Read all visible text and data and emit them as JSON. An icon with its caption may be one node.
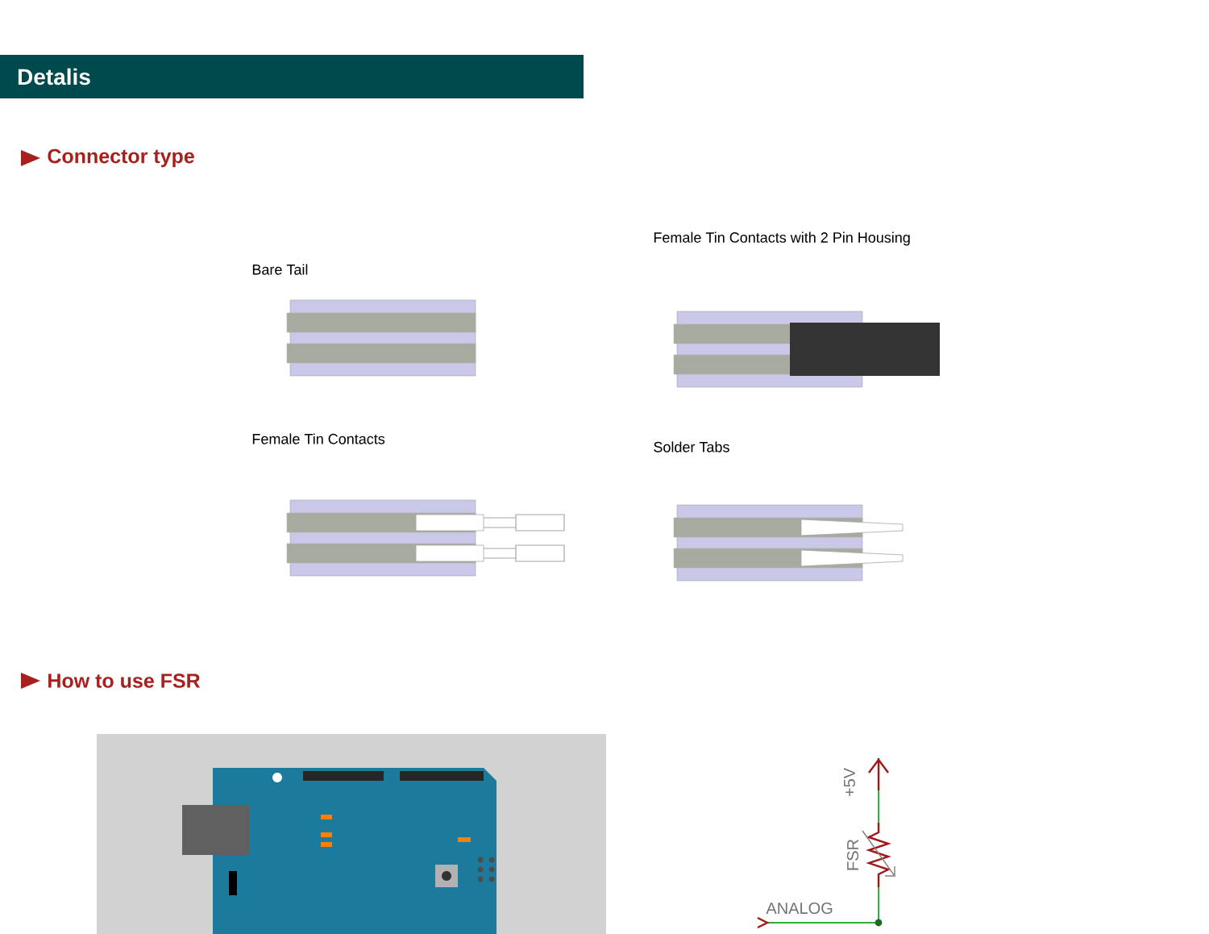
{
  "diagram": {
    "title": "Detalis",
    "labels": [
      "Connector type",
      "Bare Tail",
      "Female Tin Contacts with 2 Pin Housing",
      "Female Tin Contacts",
      "Solder Tabs",
      "How to use FSR",
      "+5V",
      "FSR",
      "ANALOG"
    ]
  }
}
